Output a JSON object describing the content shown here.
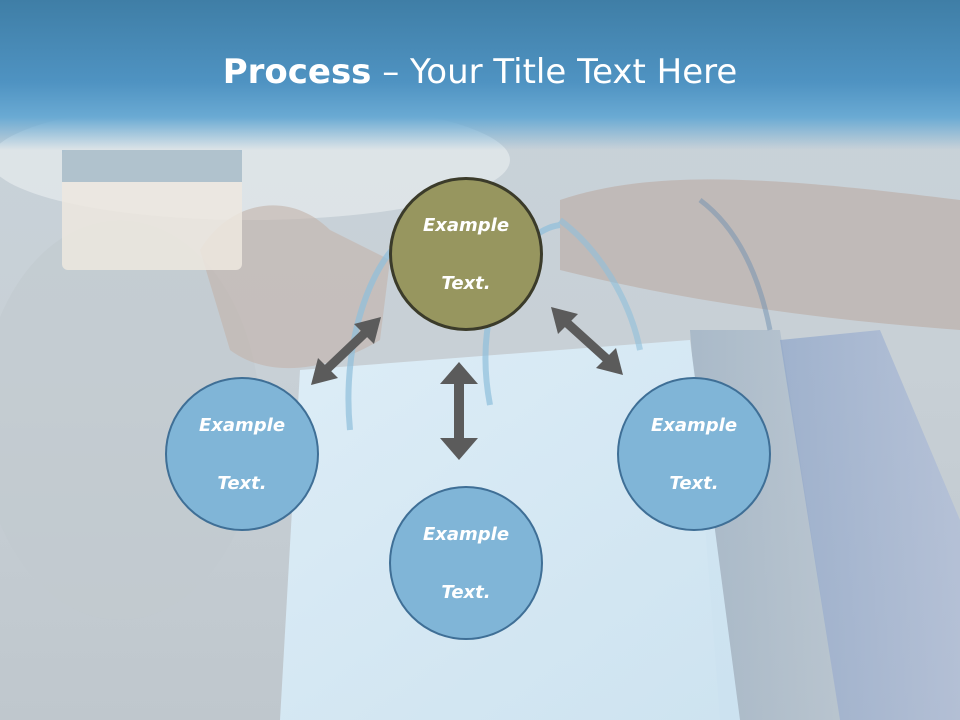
{
  "title": {
    "bold": "Process",
    "rest": " – Your Title Text Here"
  },
  "nodes": {
    "center": {
      "line1": "Example",
      "line2": "Text."
    },
    "left": {
      "line1": "Example",
      "line2": "Text."
    },
    "right": {
      "line1": "Example",
      "line2": "Text."
    },
    "bottom": {
      "line1": "Example",
      "line2": "Text."
    }
  },
  "colors": {
    "title_bar": "#4f93c2",
    "center_fill": "#97965f",
    "outer_fill": "#80b5d7",
    "arrow": "#5b5b5b"
  }
}
